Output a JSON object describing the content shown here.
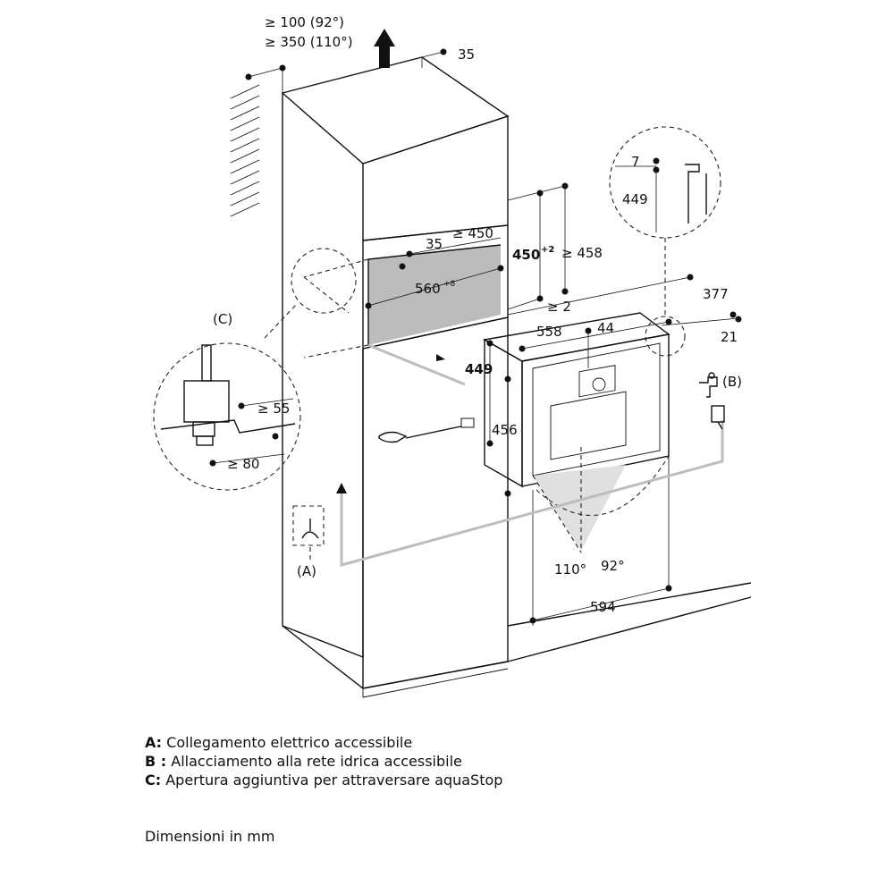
{
  "dimensions": {
    "top_clearance_1": "≥ 100 (92°)",
    "top_clearance_2": "≥ 350 (110°)",
    "top_35": "35",
    "niche_35": "35",
    "niche_depth": "≥ 450",
    "niche_height": "450",
    "niche_height_tol": "+2",
    "niche_height_min": "≥ 458",
    "niche_width": "560",
    "niche_width_tol": "+8",
    "gap_2": "≥ 2",
    "depth_377": "377",
    "depth_21": "21",
    "front_width": "558",
    "front_44": "44",
    "front_height": "449",
    "body_height": "456",
    "overall_width": "594",
    "angle_110": "110°",
    "angle_92": "92°",
    "detail_7": "7",
    "detail_449": "449",
    "c_55": "≥ 55",
    "c_80": "≥ 80"
  },
  "markers": {
    "a": "(A)",
    "b": "(B)",
    "c": "(C)"
  },
  "legend": [
    {
      "key": "A:",
      "text": "Collegamento elettrico accessibile"
    },
    {
      "key": "B :",
      "text": "Allacciamento alla rete idrica accessibile"
    },
    {
      "key": "C:",
      "text": "Apertura aggiuntiva per attraversare aquaStop"
    }
  ],
  "units_note": "Dimensioni in mm"
}
